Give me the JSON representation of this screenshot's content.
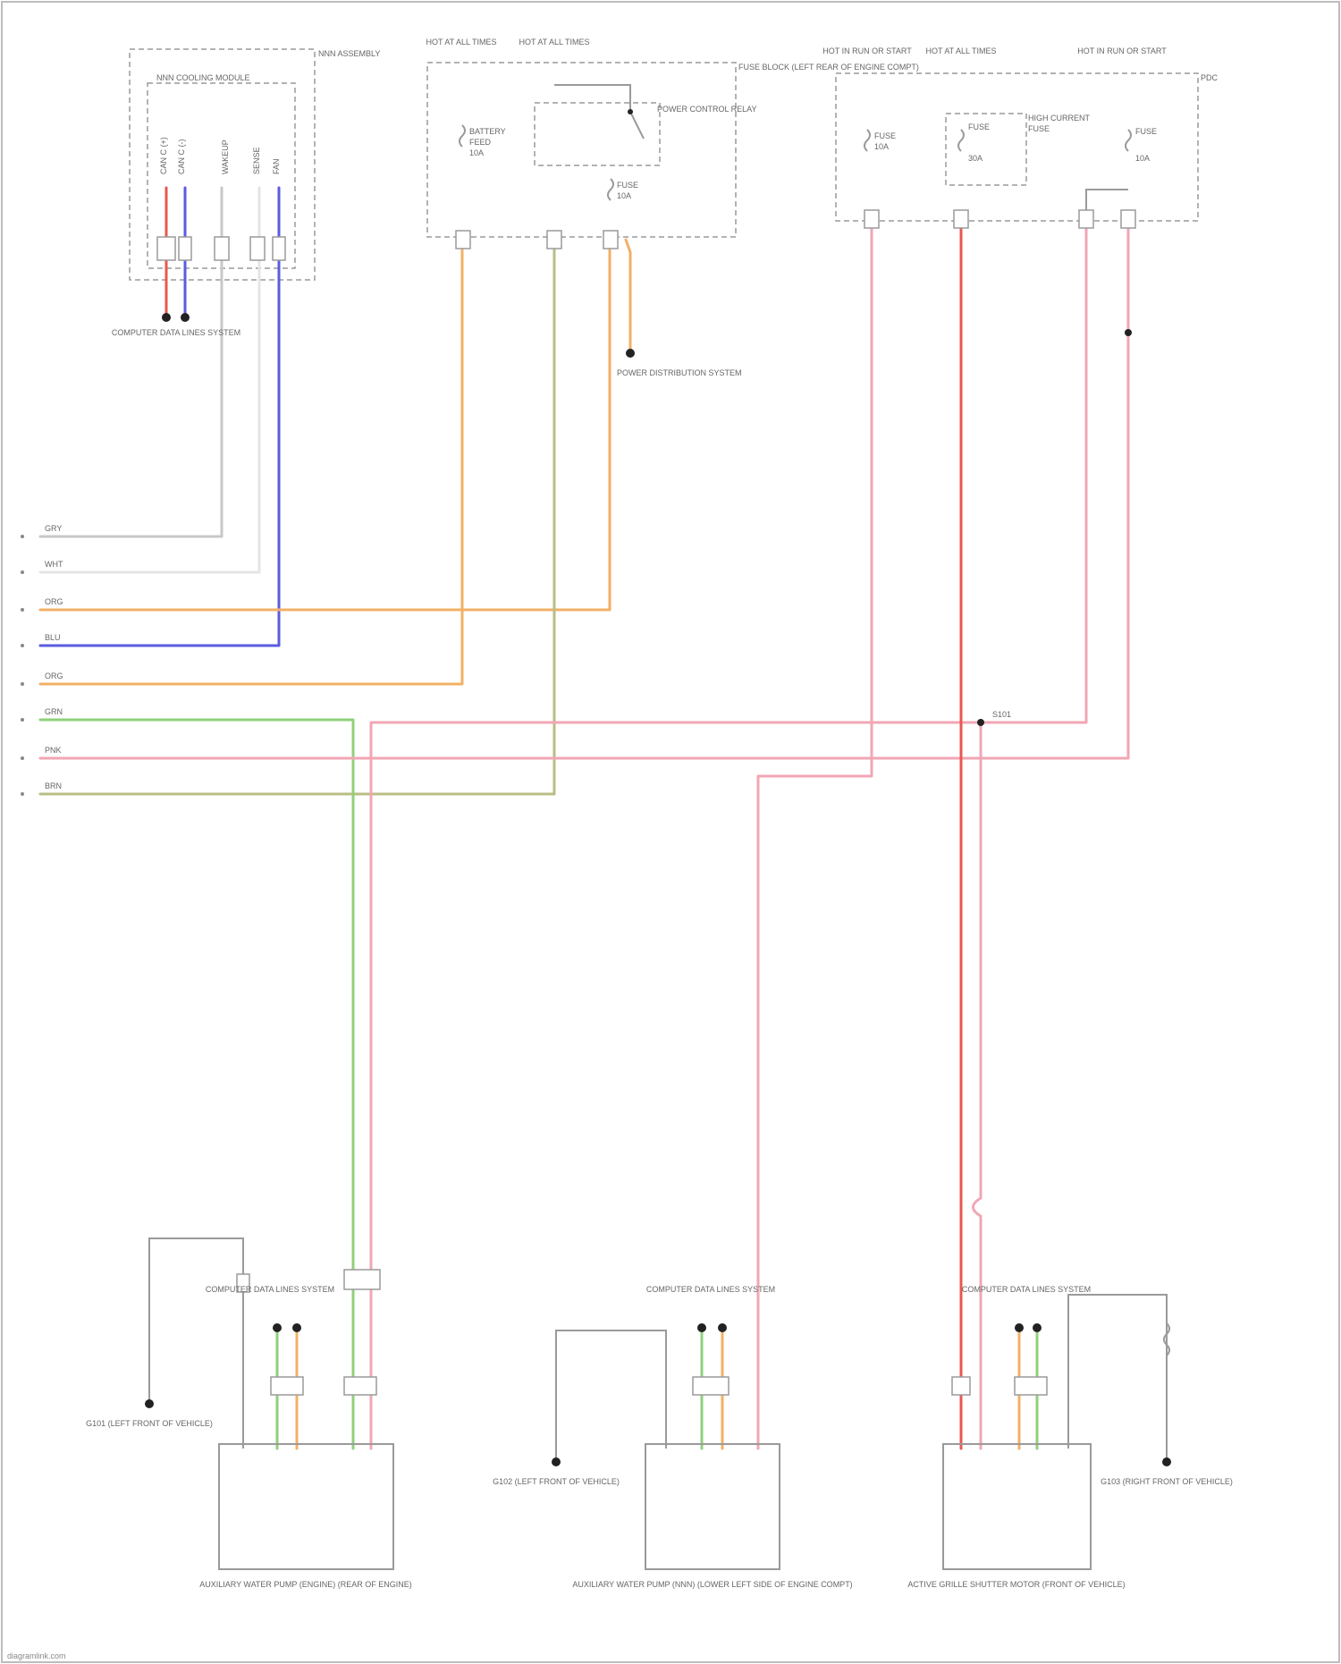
{
  "colors": {
    "red": "#e8584f",
    "pink": "#f2a6b4",
    "blue": "#5b5be0",
    "orange": "#f2b066",
    "green": "#8fd07a",
    "olive": "#b9bd85",
    "gray": "#9a9a9a"
  },
  "top_labels": {
    "module_assembly": "NNN ASSEMBLY",
    "module_name": "NNN COOLING MODULE",
    "fuse_a": "HOT AT ALL TIMES",
    "fuse_b": "HOT AT ALL TIMES",
    "fuse_block": "FUSE BLOCK (LEFT REAR OF ENGINE COMPT)",
    "relay": "POWER CONTROL RELAY",
    "fuse_c": "HOT IN RUN OR START",
    "fuse_d": "HOT AT ALL TIMES",
    "fuse_e": "HOT IN RUN OR START",
    "junction": "PDC",
    "splice": "S101"
  },
  "bottom_components": {
    "pump_left": "AUXILIARY WATER PUMP (ENGINE) (REAR OF ENGINE)",
    "pump_mid": "AUXILIARY WATER PUMP (NNN) (LOWER LEFT SIDE OF ENGINE COMPT)",
    "motor_right": "ACTIVE GRILLE SHUTTER MOTOR (FRONT OF VEHICLE)"
  },
  "ground_labels": {
    "ground_left": "G101 (LEFT FRONT OF VEHICLE)",
    "ground_mid": "G102 (LEFT FRONT OF VEHICLE)",
    "ground_right": "G103 (RIGHT FRONT OF VEHICLE)"
  },
  "cross_refs": {
    "computer_data_lines_top": "COMPUTER DATA LINES SYSTEM",
    "power_distribution": "POWER DISTRIBUTION SYSTEM",
    "computer_data_lines_left": "COMPUTER DATA LINES SYSTEM",
    "computer_data_lines_mid": "COMPUTER DATA LINES SYSTEM",
    "computer_data_lines_right": "COMPUTER DATA LINES SYSTEM"
  },
  "wire_codes": {
    "row1": "GRY",
    "row2": "WHT",
    "row3": "ORG",
    "row4": "BLU",
    "row5": "ORG",
    "row6": "GRN",
    "row7": "PNK",
    "row8": "BRN"
  },
  "footer": "diagramlink.com"
}
